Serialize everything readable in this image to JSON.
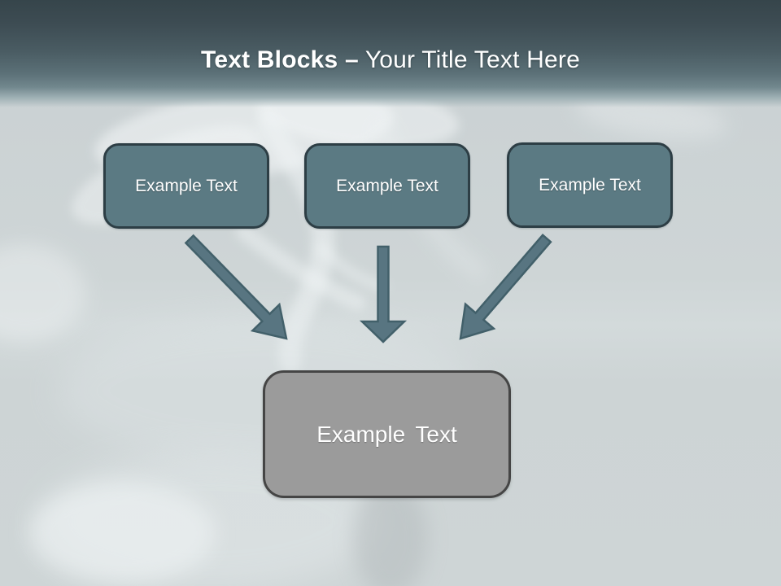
{
  "title": {
    "topic": "Text Blocks",
    "dash": "–",
    "subtitle": "Your Title Text Here"
  },
  "blocks": [
    {
      "label": "Example Text"
    },
    {
      "label": "Example Text"
    },
    {
      "label": "Example Text"
    }
  ],
  "result_block": {
    "label": "Example Text"
  },
  "arrows": [
    {
      "name": "arrow-down-right"
    },
    {
      "name": "arrow-down"
    },
    {
      "name": "arrow-down-left"
    }
  ],
  "colors": {
    "header_dark": "#36454b",
    "background": "#cdd4d6",
    "block_fill": "#5b7a83",
    "block_border": "#2d3e45",
    "arrow_fill": "#587581",
    "arrow_stroke": "#42606a",
    "result_fill": "#9b9b9b",
    "result_border": "#454545",
    "title_text": "#ffffff"
  }
}
